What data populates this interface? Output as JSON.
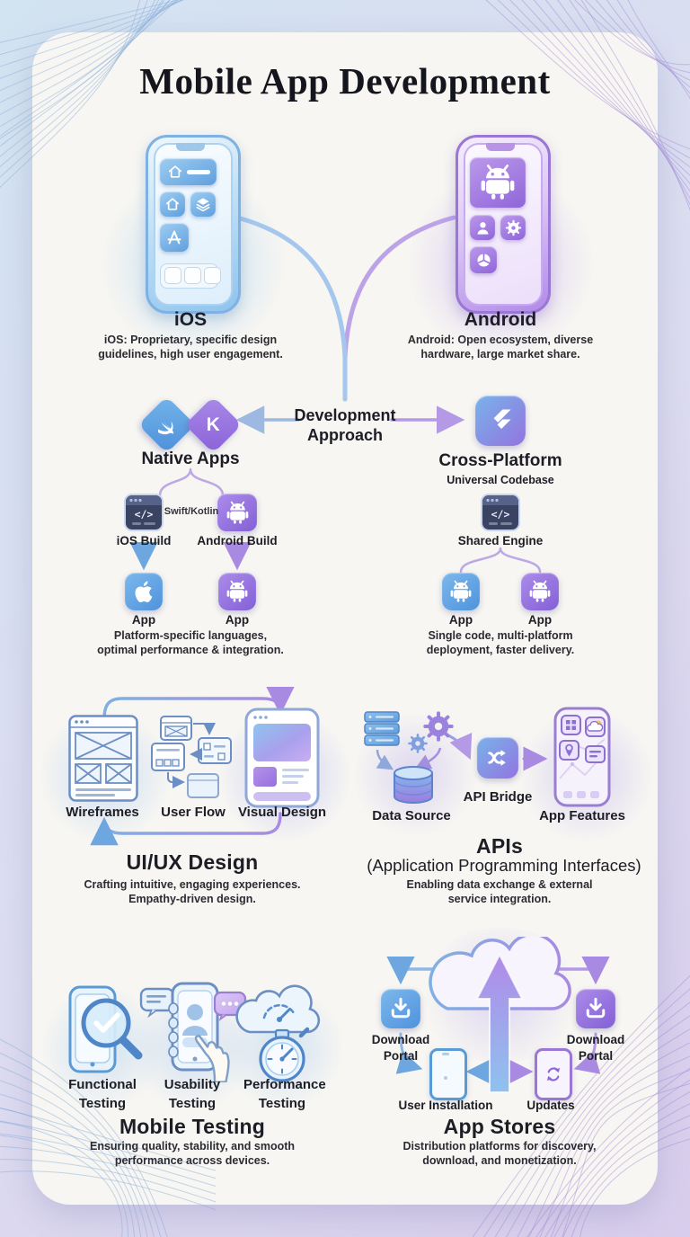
{
  "title": "Mobile App Development",
  "platforms": {
    "ios": {
      "label": "iOS",
      "desc_lines": [
        "iOS: Proprietary, specific design",
        "guidelines, high user engagement."
      ]
    },
    "android": {
      "label": "Android",
      "desc_lines": [
        "Android: Open ecosystem, diverse",
        "hardware, large market share."
      ]
    }
  },
  "approach": {
    "label": "Development Approach",
    "native": {
      "label": "Native Apps",
      "lang": "Swift/Kotlin",
      "ios_build": "iOS Build",
      "android_build": "Android Build",
      "app_labels": [
        "App",
        "App"
      ],
      "desc_lines": [
        "Platform-specific languages,",
        "optimal performance & integration."
      ]
    },
    "cross": {
      "label": "Cross-Platform",
      "sub": "Universal Codebase",
      "engine": "Shared Engine",
      "app_labels": [
        "App",
        "App"
      ],
      "desc_lines": [
        "Single code, multi-platform",
        "deployment, faster delivery."
      ]
    }
  },
  "uiux": {
    "items": [
      "Wireframes",
      "User Flow",
      "Visual Design"
    ],
    "title": "UI/UX Design",
    "desc_lines": [
      "Crafting intuitive, engaging experiences.",
      "Empathy-driven design."
    ]
  },
  "apis": {
    "items": [
      "Data Source",
      "API Bridge",
      "App Features"
    ],
    "title": "APIs",
    "subtitle": "(Application Programming Interfaces)",
    "desc_lines": [
      "Enabling data exchange & external",
      "service integration."
    ]
  },
  "testing": {
    "items": [
      "Functional Testing",
      "Usability Testing",
      "Performance Testing"
    ],
    "title": "Mobile Testing",
    "desc_lines": [
      "Ensuring quality, stability, and smooth",
      "performance across devices."
    ]
  },
  "stores": {
    "portal_left": "Download Portal",
    "portal_right": "Download Portal",
    "install": "User Installation",
    "updates": "Updates",
    "title": "App Stores",
    "desc_lines": [
      "Distribution platforms for discovery,",
      "download, and monetization."
    ]
  },
  "glyphs": {
    "code": "</>",
    "kotlin": "K"
  },
  "colors": {
    "accent_blue": "#5b9bd5",
    "accent_purple": "#9878dc",
    "bg_blue": "#d2e3f1",
    "bg_purple": "#d8cdec",
    "card": "#f7f6f2"
  },
  "icon_names": [
    "ios-phone-icon",
    "android-phone-icon",
    "swift-icon",
    "kotlin-icon",
    "flutter-icon",
    "code-editor-icon",
    "android-robot-icon",
    "apple-icon",
    "wireframes-icon",
    "user-flow-icon",
    "visual-design-icon",
    "server-icon",
    "gear-icon",
    "database-icon",
    "shuffle-icon",
    "app-features-phone-icon",
    "magnifier-check-icon",
    "usability-hand-icon",
    "speedometer-cloud-icon",
    "cloud-upload-icon",
    "download-icon",
    "phone-icon",
    "sync-icon"
  ]
}
